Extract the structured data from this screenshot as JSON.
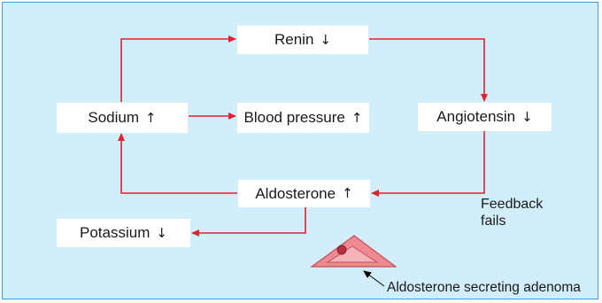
{
  "nodes": {
    "renin": {
      "label": "Renin",
      "direction": "↓"
    },
    "sodium": {
      "label": "Sodium",
      "direction": "↑"
    },
    "blood_pressure": {
      "label": "Blood pressure",
      "direction": "↑"
    },
    "angiotensin": {
      "label": "Angiotensin",
      "direction": "↓"
    },
    "aldosterone": {
      "label": "Aldosterone",
      "direction": "↑"
    },
    "potassium": {
      "label": "Potassium",
      "direction": "↓"
    }
  },
  "annotations": {
    "feedback_line1": "Feedback",
    "feedback_line2": "fails",
    "adenoma_label": "Aldosterone secreting adenoma"
  },
  "colors": {
    "background": "#d2eefa",
    "border": "#3d9fd5",
    "arrow": "#e4202e",
    "adrenal_fill": "#f08a92",
    "adenoma_dot": "#b4323c"
  }
}
